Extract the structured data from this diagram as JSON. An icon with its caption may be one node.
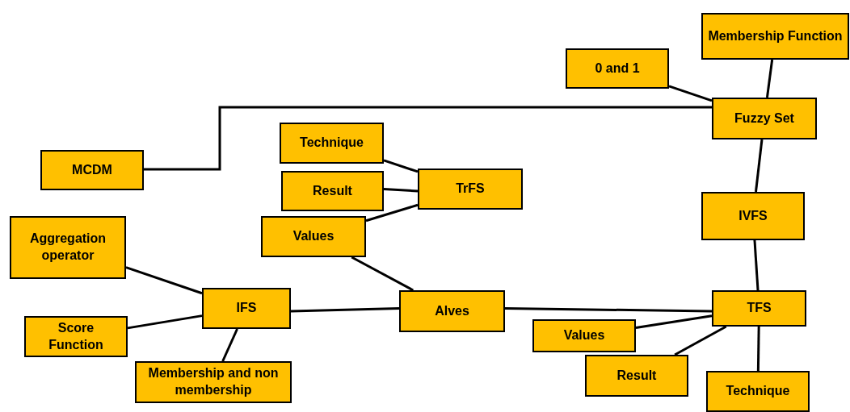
{
  "diagram": {
    "nodes": [
      {
        "text": [
          "Membership Function"
        ]
      },
      {
        "text": [
          "0 and 1"
        ]
      },
      {
        "text": [
          "Fuzzy Set"
        ]
      },
      {
        "text": [
          "MCDM"
        ]
      },
      {
        "text": [
          "Technique"
        ]
      },
      {
        "text": [
          "Result"
        ]
      },
      {
        "text": [
          "TrFS"
        ]
      },
      {
        "text": [
          "Values"
        ]
      },
      {
        "text": [
          "IVFS"
        ]
      },
      {
        "text": [
          "Aggregation operator"
        ]
      },
      {
        "text": [
          "IFS"
        ]
      },
      {
        "text": [
          "Alves"
        ]
      },
      {
        "text": [
          "TFS"
        ]
      },
      {
        "text": [
          "Score Function"
        ]
      },
      {
        "text": [
          "Values"
        ]
      },
      {
        "text": [
          "Result"
        ]
      },
      {
        "text": [
          "Membership and non membership"
        ]
      },
      {
        "text": [
          "Technique"
        ]
      }
    ],
    "edges": [
      {
        "from": 1,
        "to": 2,
        "arrow": "none"
      },
      {
        "from": 0,
        "to": 2,
        "arrow": "none"
      },
      {
        "from": 3,
        "to": 2,
        "arrow": "none"
      },
      {
        "from": 2,
        "to": 8,
        "arrow": "none"
      },
      {
        "from": 4,
        "to": 6,
        "arrow": "none"
      },
      {
        "from": 5,
        "to": 6,
        "arrow": "none"
      },
      {
        "from": 7,
        "to": 6,
        "arrow": "none"
      },
      {
        "from": 7,
        "to": 11,
        "arrow": "none"
      },
      {
        "from": 8,
        "to": 12,
        "arrow": "none"
      },
      {
        "from": 9,
        "to": 10,
        "arrow": "none"
      },
      {
        "from": 13,
        "to": 10,
        "arrow": "none"
      },
      {
        "from": 16,
        "to": 10,
        "arrow": "none"
      },
      {
        "from": 10,
        "to": 11,
        "arrow": "none"
      },
      {
        "from": 11,
        "to": 12,
        "arrow": "none"
      },
      {
        "from": 14,
        "to": 12,
        "arrow": "none"
      },
      {
        "from": 15,
        "to": 12,
        "arrow": "none"
      },
      {
        "from": 17,
        "to": 12,
        "arrow": "none"
      }
    ]
  }
}
